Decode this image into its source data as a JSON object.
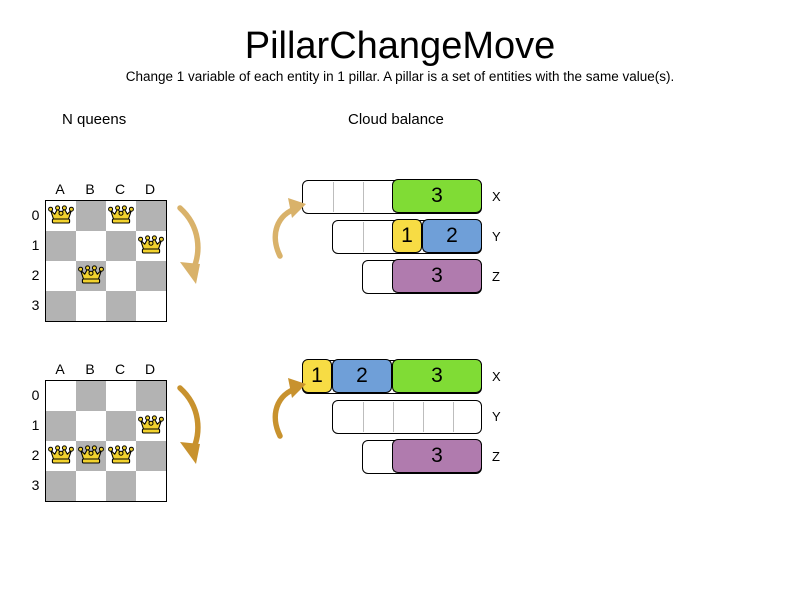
{
  "header": {
    "title": "PillarChangeMove",
    "subtitle": "Change 1 variable of each entity in 1 pillar. A pillar is a set of entities with the same value(s)."
  },
  "sections": {
    "nqueens_caption": "N queens",
    "cloud_caption": "Cloud balance"
  },
  "colors": {
    "green": "#80DC35",
    "yellow": "#F7DC44",
    "blue": "#6F9FD8",
    "purple": "#B07BAE",
    "dark_square": "#b3b3b3",
    "light_square": "#ffffff",
    "queen_fill": "#F2D22E",
    "arrow_light": "#D9B26A",
    "arrow_dark": "#C8922E"
  },
  "nqueens": {
    "column_labels": [
      "A",
      "B",
      "C",
      "D"
    ],
    "row_labels": [
      "0",
      "1",
      "2",
      "3"
    ],
    "boards": [
      {
        "name": "before",
        "queens": [
          {
            "col": 0,
            "row": 0
          },
          {
            "col": 2,
            "row": 0
          },
          {
            "col": 3,
            "row": 1
          },
          {
            "col": 1,
            "row": 2
          }
        ]
      },
      {
        "name": "after",
        "queens": [
          {
            "col": 3,
            "row": 1
          },
          {
            "col": 0,
            "row": 2
          },
          {
            "col": 1,
            "row": 2
          },
          {
            "col": 2,
            "row": 2
          }
        ]
      }
    ]
  },
  "cloud_balance": {
    "boards": [
      {
        "name": "before",
        "rows": [
          {
            "label": "X",
            "capacity": 6,
            "segments": [
              {
                "value": "3",
                "size": 3,
                "color": "#80DC35"
              }
            ]
          },
          {
            "label": "Y",
            "capacity": 5,
            "segments": [
              {
                "value": "1",
                "size": 1,
                "color": "#F7DC44"
              },
              {
                "value": "2",
                "size": 2,
                "color": "#6F9FD8"
              }
            ]
          },
          {
            "label": "Z",
            "capacity": 4,
            "segments": [
              {
                "value": "3",
                "size": 3,
                "color": "#B07BAE"
              }
            ]
          }
        ]
      },
      {
        "name": "after",
        "rows": [
          {
            "label": "X",
            "capacity": 6,
            "segments": [
              {
                "value": "1",
                "size": 1,
                "color": "#F7DC44"
              },
              {
                "value": "2",
                "size": 2,
                "color": "#6F9FD8"
              },
              {
                "value": "3",
                "size": 3,
                "color": "#80DC35"
              }
            ]
          },
          {
            "label": "Y",
            "capacity": 5,
            "segments": []
          },
          {
            "label": "Z",
            "capacity": 4,
            "segments": [
              {
                "value": "3",
                "size": 3,
                "color": "#B07BAE"
              }
            ]
          }
        ]
      }
    ]
  },
  "arrows": [
    {
      "name": "nqueens-move-arrow-top",
      "direction": "down",
      "color": "#D9B26A"
    },
    {
      "name": "cloud-move-arrow-top",
      "direction": "up",
      "color": "#D9B26A"
    },
    {
      "name": "nqueens-move-arrow-bottom",
      "direction": "down",
      "color": "#C8922E"
    },
    {
      "name": "cloud-move-arrow-bottom",
      "direction": "up",
      "color": "#C8922E"
    }
  ]
}
